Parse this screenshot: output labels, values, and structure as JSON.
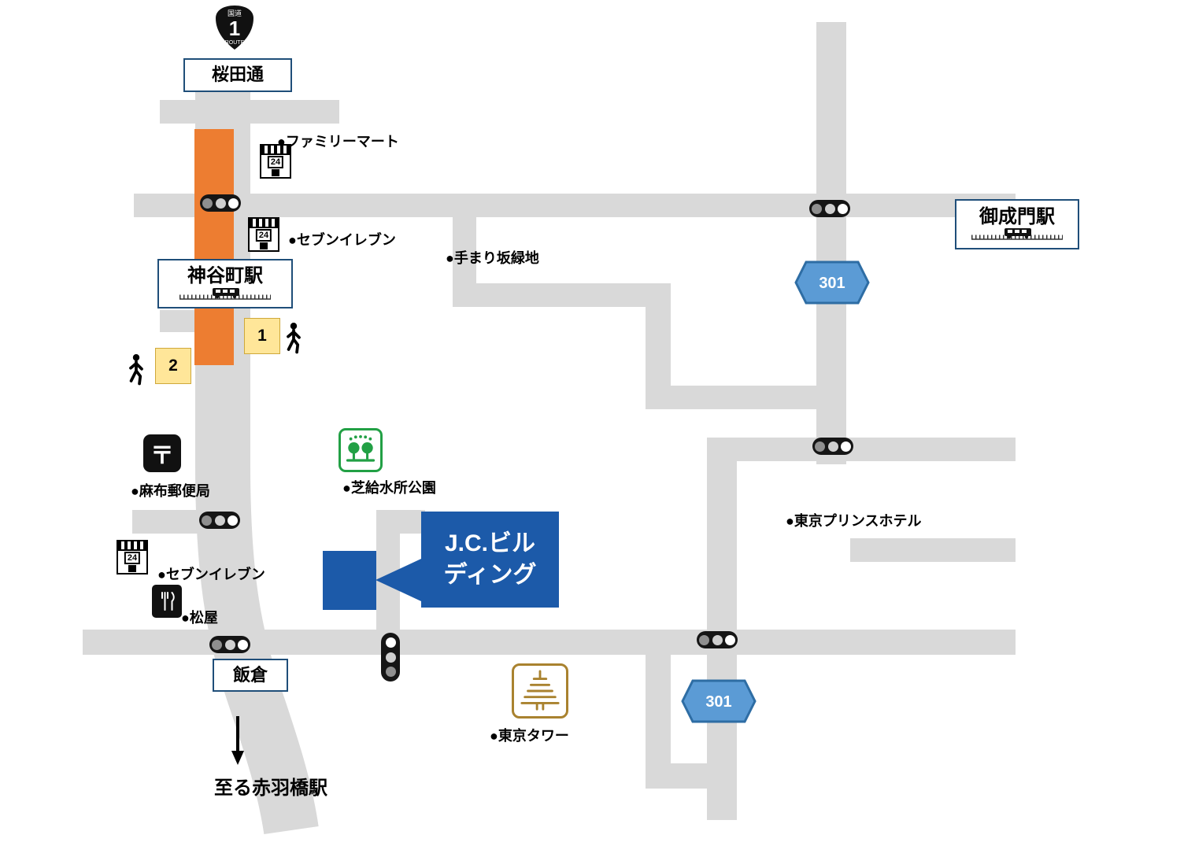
{
  "colors": {
    "road": "#d9d9d9",
    "metro_line_orange": "#ed7d31",
    "sign_border_navy": "#1f4e79",
    "building_blue": "#1c5aa9",
    "exit_yellow": "#ffe699",
    "route_hexagon_fill": "#5b9bd5",
    "park_green": "#22a045",
    "tower_gold": "#a9822f"
  },
  "road_signs": {
    "route1_kokudo": "国道",
    "route1_number": "1",
    "route1_word": "ROUTE",
    "route301": "301",
    "sakurada_dori": "桜田通",
    "iikura": "飯倉"
  },
  "stations": {
    "kamiyacho": "神谷町駅",
    "onarimon": "御成門駅"
  },
  "exits": {
    "exit1": "1",
    "exit2": "2"
  },
  "pois": {
    "familymart": "●ファミリーマート",
    "seven_eleven_north": "●セブンイレブン",
    "temarizaka_ryokuchi": "●手まり坂緑地",
    "azabu_post_office": "●麻布郵便局",
    "seven_eleven_south": "●セブンイレブン",
    "matsuya": "●松屋",
    "shiba_kyusuijo_park": "●芝給水所公園",
    "tokyo_prince_hotel": "●東京プリンスホテル",
    "tokyo_tower": "●東京タワー"
  },
  "destination": {
    "line1": "J.C.ビル",
    "line2": "ディング"
  },
  "notes": {
    "to_akabanebashi": "至る赤羽橋駅"
  },
  "store_badge": "24",
  "postal_mark": "〒"
}
